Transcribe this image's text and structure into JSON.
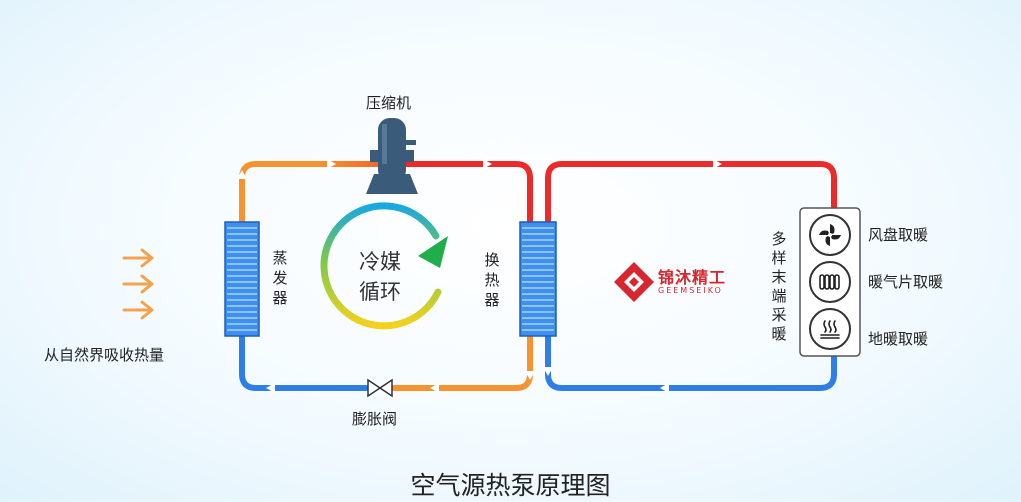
{
  "labels": {
    "compressor": "压缩机",
    "evaporator": "蒸发器",
    "exchanger": "换热器",
    "expansion_valve": "膨胀阀",
    "refrigerant_line1": "冷媒",
    "refrigerant_line2": "循环",
    "heat_source": "从自然界吸收热量",
    "terminal": "多样末端采暖",
    "title": "空气源热泵原理图"
  },
  "brand": {
    "name": "锦沐精工",
    "name_en": "GEEMSEIKO",
    "color": "#d7262e"
  },
  "terminals": [
    {
      "icon": "fan-coil-icon",
      "label": "风盘取暖"
    },
    {
      "icon": "radiator-icon",
      "label": "暖气片取暖"
    },
    {
      "icon": "floor-heating-icon",
      "label": "地暖取暖"
    }
  ],
  "colors": {
    "hot": "#ec2a2a",
    "warm": "#f7932e",
    "cold": "#2f7ee5",
    "coil": "#3d8ff0",
    "compressor": "#3a5b7a",
    "cycle_green": "#1fae4a"
  }
}
